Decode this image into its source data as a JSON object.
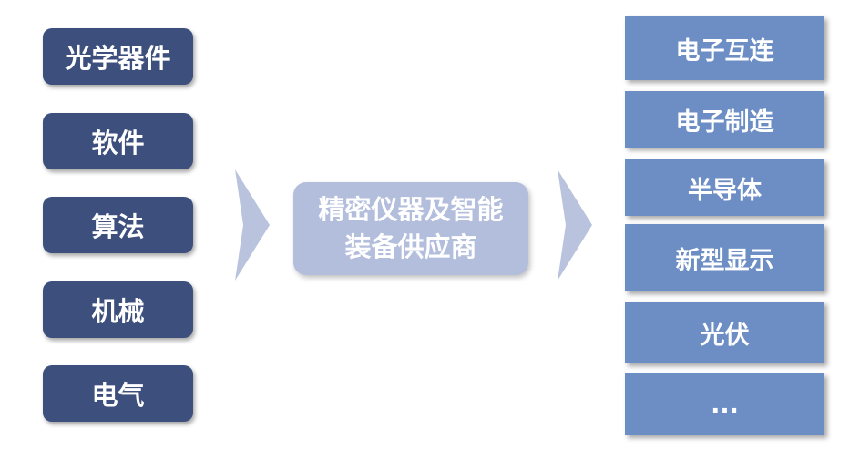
{
  "left_items": [
    {
      "label": "光学器件"
    },
    {
      "label": "软件"
    },
    {
      "label": "算法"
    },
    {
      "label": "机械"
    },
    {
      "label": "电气"
    }
  ],
  "center": {
    "label": "精密仪器及智能装备供应商"
  },
  "right_items": [
    {
      "label": "电子互连"
    },
    {
      "label": "电子制造"
    },
    {
      "label": "半导体"
    },
    {
      "label": "新型显示"
    },
    {
      "label": "光伏"
    },
    {
      "label": "..."
    }
  ],
  "colors": {
    "left_box": "#3d4f7d",
    "center_box": "#b3bedd",
    "right_box": "#6d8ec4",
    "arrow": "#b9c3de"
  }
}
